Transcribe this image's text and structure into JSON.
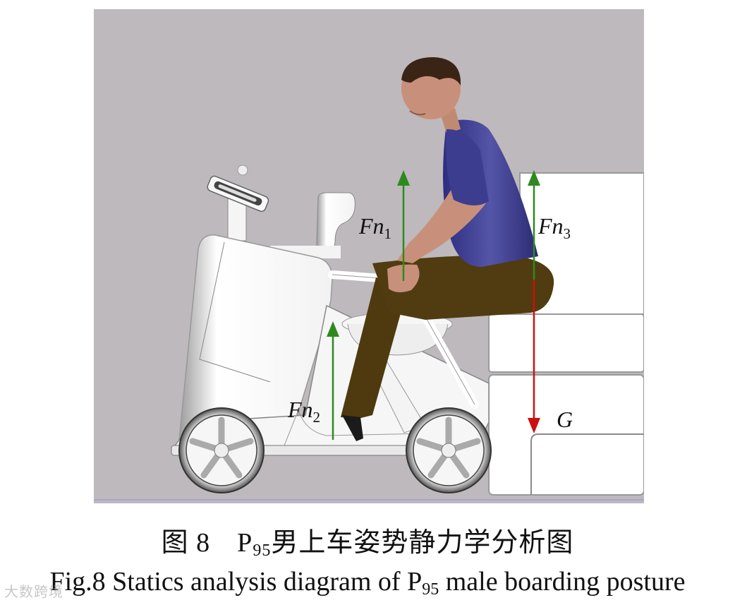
{
  "figure": {
    "background_color": "#bdb9bd",
    "floor_line_color": "#a8a6cc",
    "force_up_color": "#2e8a1e",
    "force_down_color": "#cc1010",
    "forces": [
      {
        "id": "Fn1",
        "symbol": "Fn",
        "subscript": "1",
        "direction": "up"
      },
      {
        "id": "Fn2",
        "symbol": "Fn",
        "subscript": "2",
        "direction": "up"
      },
      {
        "id": "Fn3",
        "symbol": "Fn",
        "subscript": "3",
        "direction": "up"
      },
      {
        "id": "G",
        "symbol": "G",
        "subscript": "",
        "direction": "down"
      }
    ],
    "colors": {
      "shirt": "#3a3a8e",
      "pants": "#4e3a0e",
      "skin": "#c8907a",
      "hair": "#3a2416",
      "vehicle": "#f4f4f4"
    }
  },
  "caption": {
    "cn_prefix": "图 8",
    "cn_p": "P",
    "cn_p_sub": "95",
    "cn_text": "男上车姿势静力学分析图",
    "en_prefix": "Fig.8 Statics analysis diagram of P",
    "en_p_sub": "95",
    "en_text": " male boarding posture"
  },
  "watermark": "大数跨境"
}
